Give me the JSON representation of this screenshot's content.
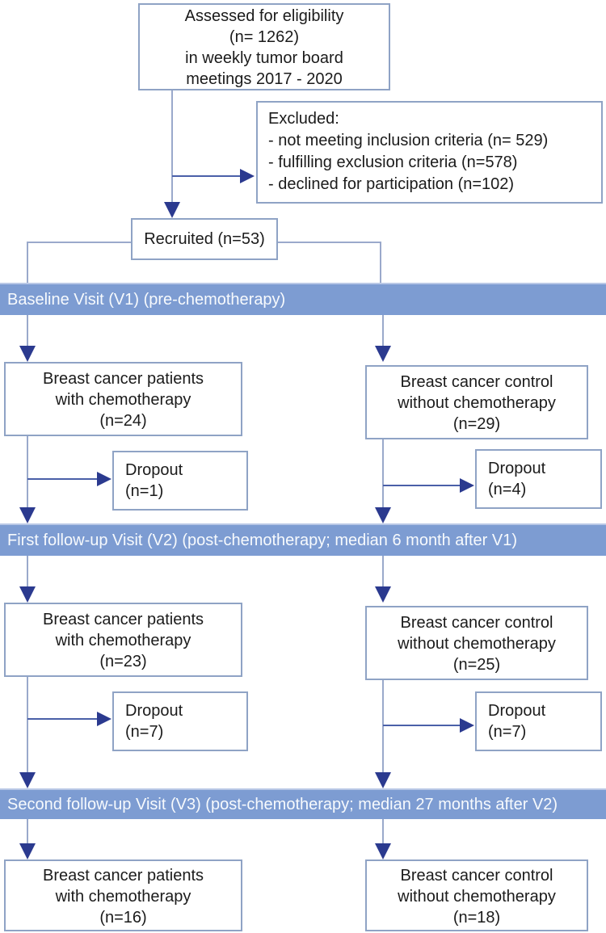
{
  "colors": {
    "banner_bg": "#7d9cd2",
    "banner_top_edge": "#b9c8e6",
    "banner_text": "#f7fafd",
    "box_border": "#8fa3c5",
    "connector_light": "#9aa9cb",
    "connector_dark": "#4a60a8",
    "arrowhead": "#2b3a8f",
    "text": "#1b1b1b"
  },
  "assessed": {
    "lines": [
      "Assessed for eligibility",
      "(n= 1262)",
      "in weekly tumor board",
      "meetings 2017 - 2020"
    ]
  },
  "excluded": {
    "lines": [
      "Excluded:",
      "- not meeting inclusion criteria (n= 529)",
      "- fulfilling exclusion criteria (n=578)",
      "- declined for participation (n=102)"
    ]
  },
  "recruited": {
    "label": "Recruited (n=53)"
  },
  "visits": [
    {
      "banner": "Baseline Visit (V1) (pre-chemotherapy)",
      "left": {
        "lines": [
          "Breast cancer patients",
          "with chemotherapy",
          "(n=24)"
        ]
      },
      "right": {
        "lines": [
          "Breast cancer control",
          "without chemotherapy",
          "(n=29)"
        ]
      },
      "left_dropout": {
        "lines": [
          "Dropout",
          "(n=1)"
        ]
      },
      "right_dropout": {
        "lines": [
          "Dropout",
          "(n=4)"
        ]
      }
    },
    {
      "banner": "First follow-up Visit (V2) (post-chemotherapy; median 6 month after V1)",
      "left": {
        "lines": [
          "Breast cancer patients",
          "with chemotherapy",
          "(n=23)"
        ]
      },
      "right": {
        "lines": [
          "Breast cancer control",
          "without chemotherapy",
          "(n=25)"
        ]
      },
      "left_dropout": {
        "lines": [
          "Dropout",
          "(n=7)"
        ]
      },
      "right_dropout": {
        "lines": [
          "Dropout",
          "(n=7)"
        ]
      }
    },
    {
      "banner": "Second follow-up Visit (V3) (post-chemotherapy; median 27 months after V2)",
      "left": {
        "lines": [
          "Breast cancer patients",
          "with chemotherapy",
          "(n=16)"
        ]
      },
      "right": {
        "lines": [
          "Breast cancer control",
          "without chemotherapy",
          "(n=18)"
        ]
      }
    }
  ]
}
